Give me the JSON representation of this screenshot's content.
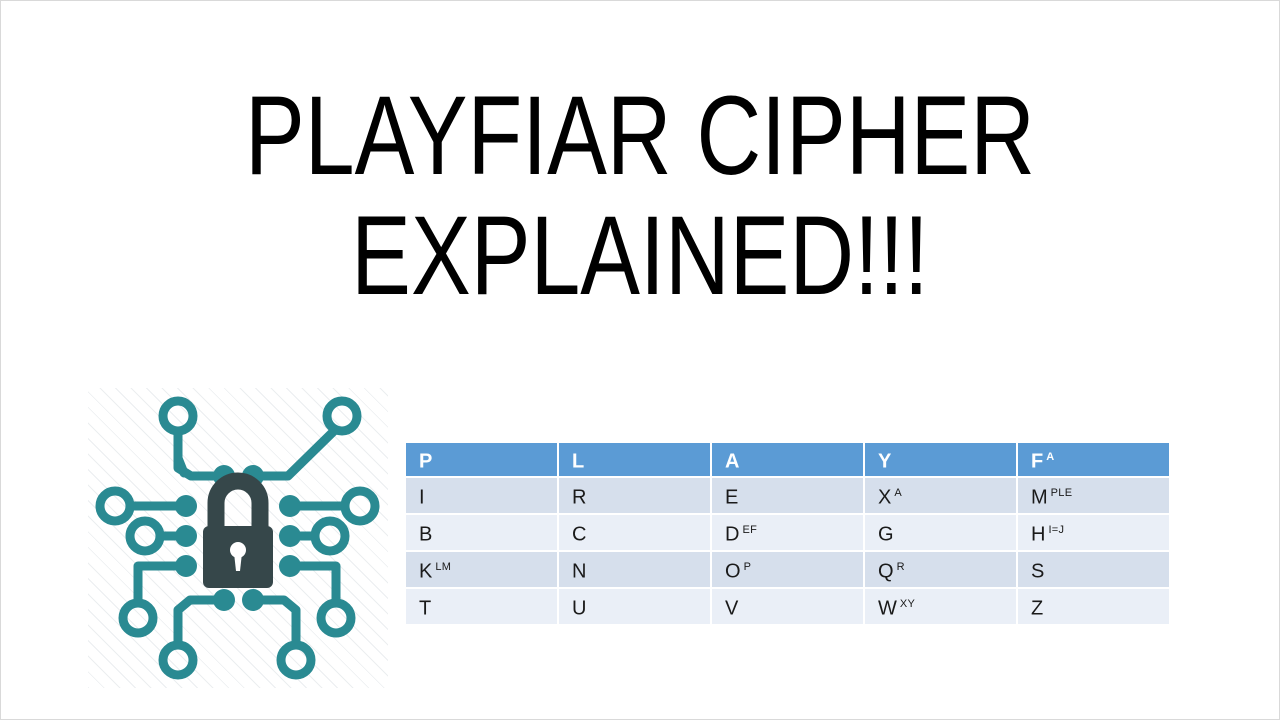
{
  "slide": {
    "background_color": "#ffffff",
    "title_line_1": "PLAYFIAR CIPHER",
    "title_line_2": "EXPLAINED!!!"
  },
  "icon": {
    "name": "circuit-lock-icon",
    "description": "padlock surrounded by circuit board traces and nodes",
    "trace_color": "#2A8A92",
    "lock_color": "#36474A",
    "tile_background": "#ffffff"
  },
  "cipher_table": {
    "header_color": "#5B9BD5",
    "header_text_color": "#ffffff",
    "row_color_odd": "#D6DFEC",
    "row_color_even": "#EAEFF7",
    "headers": [
      {
        "main": "P",
        "sup": ""
      },
      {
        "main": "L",
        "sup": ""
      },
      {
        "main": "A",
        "sup": ""
      },
      {
        "main": "Y",
        "sup": ""
      },
      {
        "main": "F",
        "sup": "A"
      }
    ],
    "rows": [
      [
        {
          "main": "I",
          "sup": ""
        },
        {
          "main": "R",
          "sup": ""
        },
        {
          "main": "E",
          "sup": ""
        },
        {
          "main": "X",
          "sup": "A"
        },
        {
          "main": "M",
          "sup": "PLE"
        }
      ],
      [
        {
          "main": "B",
          "sup": ""
        },
        {
          "main": "C",
          "sup": ""
        },
        {
          "main": "D",
          "sup": "EF"
        },
        {
          "main": "G",
          "sup": ""
        },
        {
          "main": "H",
          "sup": "I=J"
        }
      ],
      [
        {
          "main": "K",
          "sup": "LM"
        },
        {
          "main": "N",
          "sup": ""
        },
        {
          "main": "O",
          "sup": "P"
        },
        {
          "main": "Q",
          "sup": "R"
        },
        {
          "main": "S",
          "sup": ""
        }
      ],
      [
        {
          "main": "T",
          "sup": ""
        },
        {
          "main": "U",
          "sup": ""
        },
        {
          "main": "V",
          "sup": ""
        },
        {
          "main": "W",
          "sup": "XY"
        },
        {
          "main": "Z",
          "sup": ""
        }
      ]
    ]
  }
}
